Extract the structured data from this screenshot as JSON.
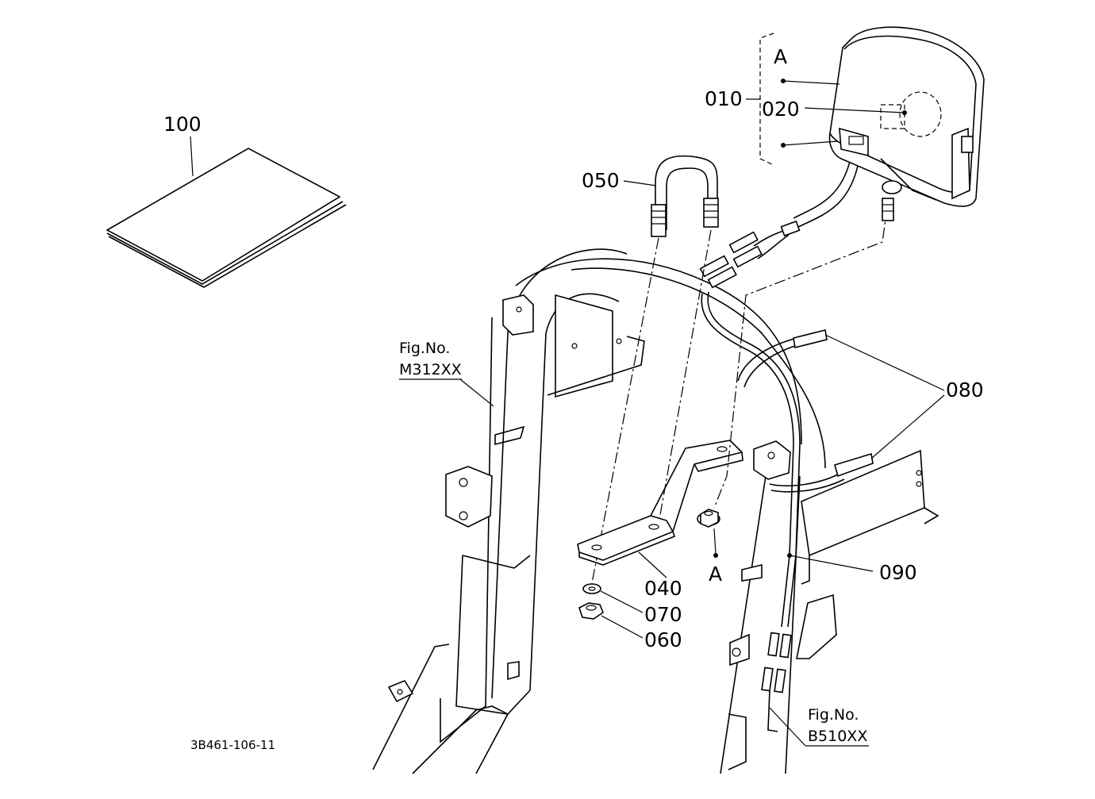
{
  "figure": {
    "drawing_code": "3B461-106-11",
    "part_labels": {
      "p010": "010",
      "p020": "020",
      "p040": "040",
      "p050": "050",
      "p060": "060",
      "p070": "070",
      "p080": "080",
      "p090": "090",
      "p100": "100"
    },
    "detail_marker_top": "A",
    "detail_marker_bottom": "A",
    "fig_ref_left": {
      "title": "Fig.No.",
      "code": "M312XX"
    },
    "fig_ref_right": {
      "title": "Fig.No.",
      "code": "B510XX"
    }
  }
}
